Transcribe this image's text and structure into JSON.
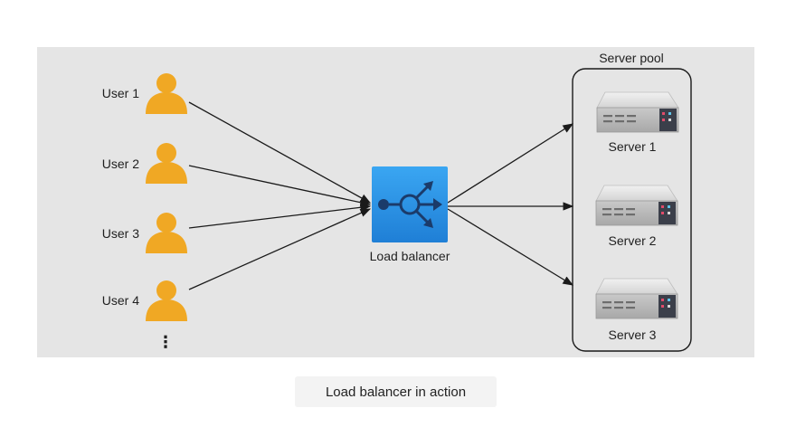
{
  "diagram": {
    "users": [
      {
        "label": "User 1"
      },
      {
        "label": "User 2"
      },
      {
        "label": "User 3"
      },
      {
        "label": "User 4"
      }
    ],
    "ellipsis": "⋮",
    "load_balancer": {
      "label": "Load balancer"
    },
    "server_pool": {
      "title": "Server pool",
      "servers": [
        {
          "label": "Server 1"
        },
        {
          "label": "Server 2"
        },
        {
          "label": "Server 3"
        }
      ]
    },
    "colors": {
      "user_icon": "#f0a824",
      "load_balancer": "#2a8fe0",
      "panel_background": "#e5e5e5"
    }
  },
  "caption": "Load balancer in action"
}
